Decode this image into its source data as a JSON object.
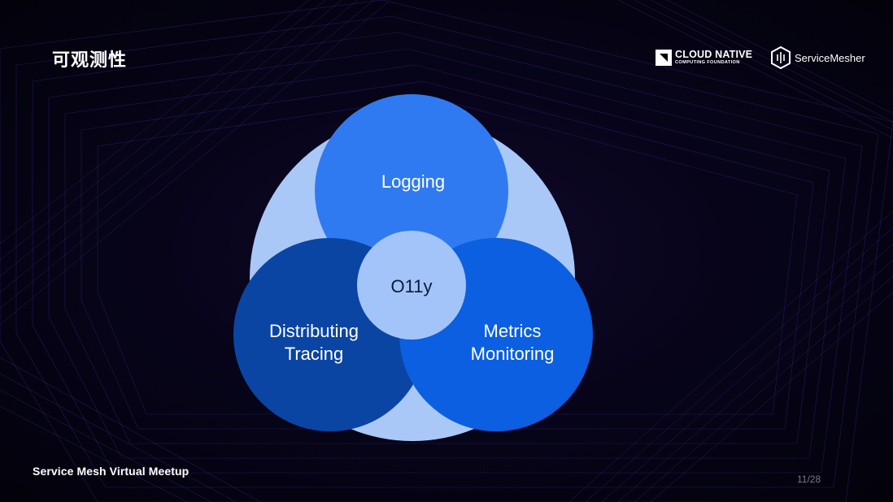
{
  "slide": {
    "title": "可观测性",
    "footer": "Service Mesh Virtual Meetup",
    "page_number": "11/28"
  },
  "logos": {
    "cncf_line1": "CLOUD NATIVE",
    "cncf_line2": "COMPUTING FOUNDATION",
    "servicemesher": "ServiceMesher"
  },
  "diagram": {
    "logging": "Logging",
    "tracing_line1": "Distributing",
    "tracing_line2": "Tracing",
    "metrics_line1": "Metrics",
    "metrics_line2": "Monitoring",
    "center": "O11y"
  },
  "colors": {
    "outer_circle": "#a9c8f7",
    "logging": "#2f7af0",
    "tracing": "#0a45a3",
    "metrics": "#0b5fe0",
    "center": "#a3c4f8",
    "background": "#05030d"
  }
}
